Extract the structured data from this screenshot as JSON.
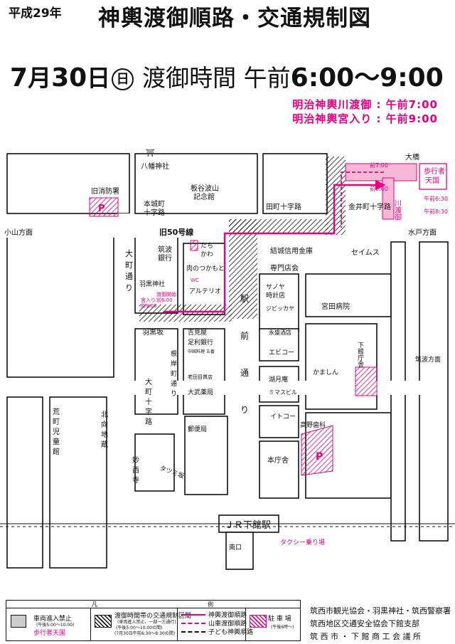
{
  "header": {
    "year": "平成29年",
    "title": "神輿渡御順路・交通規制図"
  },
  "date_line": {
    "month": "7",
    "month_unit": "月",
    "day": "30",
    "day_unit": "日",
    "weekday": "日",
    "label": "渡御時間 午前",
    "time": "6:00〜9:00"
  },
  "schedule": {
    "line1": "明治神輿川渡御 : 午前7:00",
    "line2": "明治神輿宮入り : 午前9:00"
  },
  "map_labels": {
    "hachiman": "八幡神社",
    "ohashi": "大橋",
    "hokosha": "歩行者",
    "tengoku": "天国",
    "gozen630": "午前6:30",
    "gozen830": "午前8:30",
    "mae700": "前7:00",
    "mae800": "前8:00",
    "kawa_togyo": "川渡御",
    "kyushobo": "旧消防署",
    "honjo_crossing_1": "本城町",
    "honjo_crossing_2": "十字路",
    "itaya_1": "板谷波山",
    "itaya_2": "記念館",
    "tamachi_crossing": "田町十字路",
    "kanai_crossing": "金井町十字路",
    "koyama": "小山方面",
    "mito": "水戸方面",
    "old50": "旧50号線",
    "tsukuba_bank_1": "筑波",
    "tsukuba_bank_2": "銀行",
    "tachi_1": "たち",
    "tachi_2": "かわ",
    "yuki_bank": "結城信用金庫",
    "seims": "セイムス",
    "niku": "肉のつかもと",
    "senmon": "専門店会",
    "omachi_dori_1": "大",
    "omachi_dori_2": "町",
    "omachi_dori_3": "通",
    "omachi_dori_4": "り",
    "haguro_shrine": "羽黒神社",
    "miya_iri": "宮入り",
    "mae900": "前9:00",
    "togyo_kaishi": "渡御開始",
    "mae600": "前6:00",
    "wc": "WC",
    "arteo": "アルテリオ",
    "eki": "駅",
    "mae": "前",
    "dori": "通",
    "ri": "り",
    "sanoya_1": "サノヤ",
    "sanoya_2": "時計店",
    "jibiccaya": "ジビッカヤ",
    "miyata": "宮田病院",
    "hagurozaka": "羽黒坂",
    "yoshimiya": "吉見屋",
    "ashikaga_bank": "足利銀行",
    "chuka": "中国料理 五番",
    "eisei": "永盛酒店",
    "ebicoo": "エビコー",
    "shimodate_office": "下館庁舎",
    "negishi_1": "根",
    "negishi_2": "岸",
    "negishi_3": "町",
    "negishi_4": "通",
    "negishi_5": "り",
    "oita": "老田目貫店",
    "kominto": "湖月庵",
    "kamashin": "かましん",
    "daibu": "大武薬局",
    "mimasubiru": "ミマスビル",
    "tsukuba_direction": "筑波方面",
    "omachi_cross_1": "大",
    "omachi_cross_2": "町",
    "omachi_cross_3": "十",
    "omachi_cross_4": "字",
    "omachi_cross_5": "路",
    "itoko": "イトコー",
    "takano": "高野歯科",
    "arakawa_1": "荒",
    "arakawa_2": "町",
    "arakawa_3": "児",
    "arakawa_4": "童",
    "arakawa_5": "館",
    "kitamuki_1": "北",
    "kitamuki_2": "向",
    "kitamuki_3": "地",
    "kitamuki_4": "蔵",
    "yubinkyoku": "郵便局",
    "honchosha": "本庁舎",
    "myosai_1": "妙",
    "myosai_2": "西",
    "myosai_3": "寺",
    "tatsumi": "タツミ坂",
    "station": "ＪＲ下館駅",
    "nanko": "南口",
    "taxi": "タクシー乗り場",
    "parking_symbol": "P"
  },
  "legend": {
    "title_hanrei_1": "凡",
    "title_hanrei_2": "例",
    "item1": "車両進入禁止",
    "item1_sub": "歩行者天国",
    "item2": "渡御時間帯の交通規制区間",
    "item2_note": "(車両進入禁止、一部一方通行)",
    "item2_time": "(午後5:00〜10:00の間)",
    "item2_note2": "(7月30日午前6:30〜8:30の間)",
    "item3": "神輿渡御順路",
    "item4": "山車渡御順路",
    "item5": "子ども神輿順路",
    "item6": "駐 車 場",
    "item6_sub": "(午後6時〜)",
    "item1_time": "(午後5:00〜10:00)"
  },
  "organizers": {
    "line1": "筑西市観光協会・羽黒神社・筑西警察署",
    "line2": "筑西地区交通安全協会下館支部",
    "line3": "筑 西 市 ・ 下 館 商 工 会 議 所"
  },
  "colors": {
    "accent": "#e4007f",
    "pink_light": "#f7b8d6",
    "road_outline": "#111111"
  }
}
